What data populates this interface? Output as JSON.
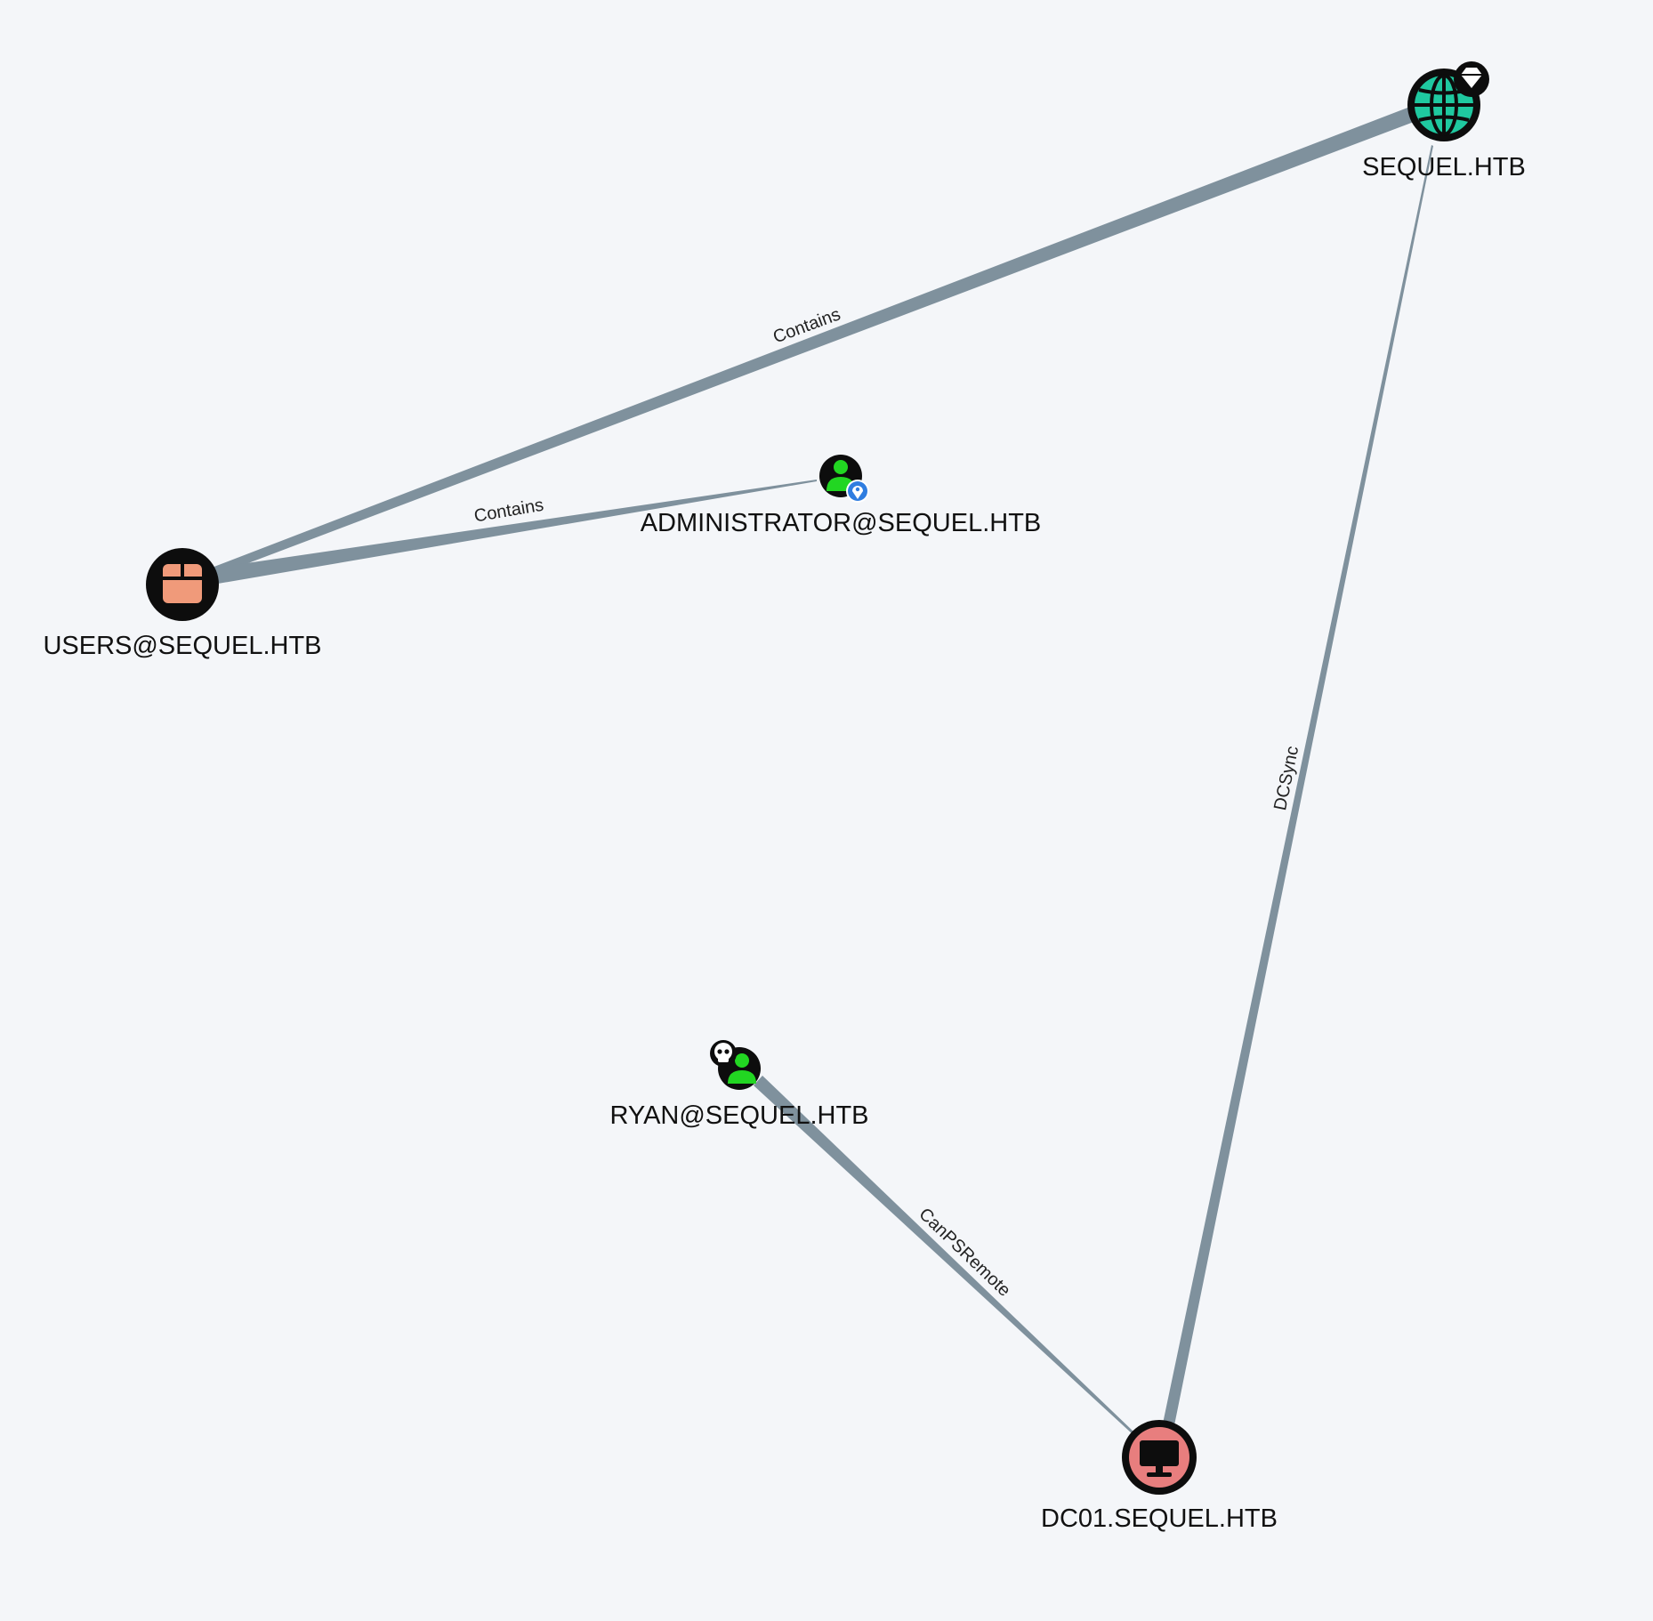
{
  "graph": {
    "nodes": {
      "sequel_htb": {
        "label": "SEQUEL.HTB",
        "type": "domain",
        "icon": "globe-icon",
        "badge": "diamond-badge-icon",
        "color": "#1fc9a0"
      },
      "users_group": {
        "label": "USERS@SEQUEL.HTB",
        "type": "group",
        "icon": "group-box-icon",
        "color": "#f09a7a"
      },
      "administrator": {
        "label": "ADMINISTRATOR@SEQUEL.HTB",
        "type": "user",
        "icon": "user-icon",
        "badge": "location-pin-badge-icon",
        "color": "#22d622"
      },
      "ryan": {
        "label": "RYAN@SEQUEL.HTB",
        "type": "user",
        "icon": "user-icon",
        "badge": "skull-badge-icon",
        "color": "#22d622"
      },
      "dc01": {
        "label": "DC01.SEQUEL.HTB",
        "type": "computer",
        "icon": "monitor-icon",
        "color": "#e87e7e"
      }
    },
    "edges": [
      {
        "id": "contains_domain_users",
        "label": "Contains",
        "source": "sequel_htb",
        "target": "users_group"
      },
      {
        "id": "contains_users_admin",
        "label": "Contains",
        "source": "users_group",
        "target": "administrator"
      },
      {
        "id": "dcsync_dc01_domain",
        "label": "DCSync",
        "source": "dc01",
        "target": "sequel_htb"
      },
      {
        "id": "canpsremote_ryan_dc01",
        "label": "CanPSRemote",
        "source": "ryan",
        "target": "dc01"
      }
    ],
    "edge_color": "#7f919d",
    "background": "#f4f6f9"
  }
}
